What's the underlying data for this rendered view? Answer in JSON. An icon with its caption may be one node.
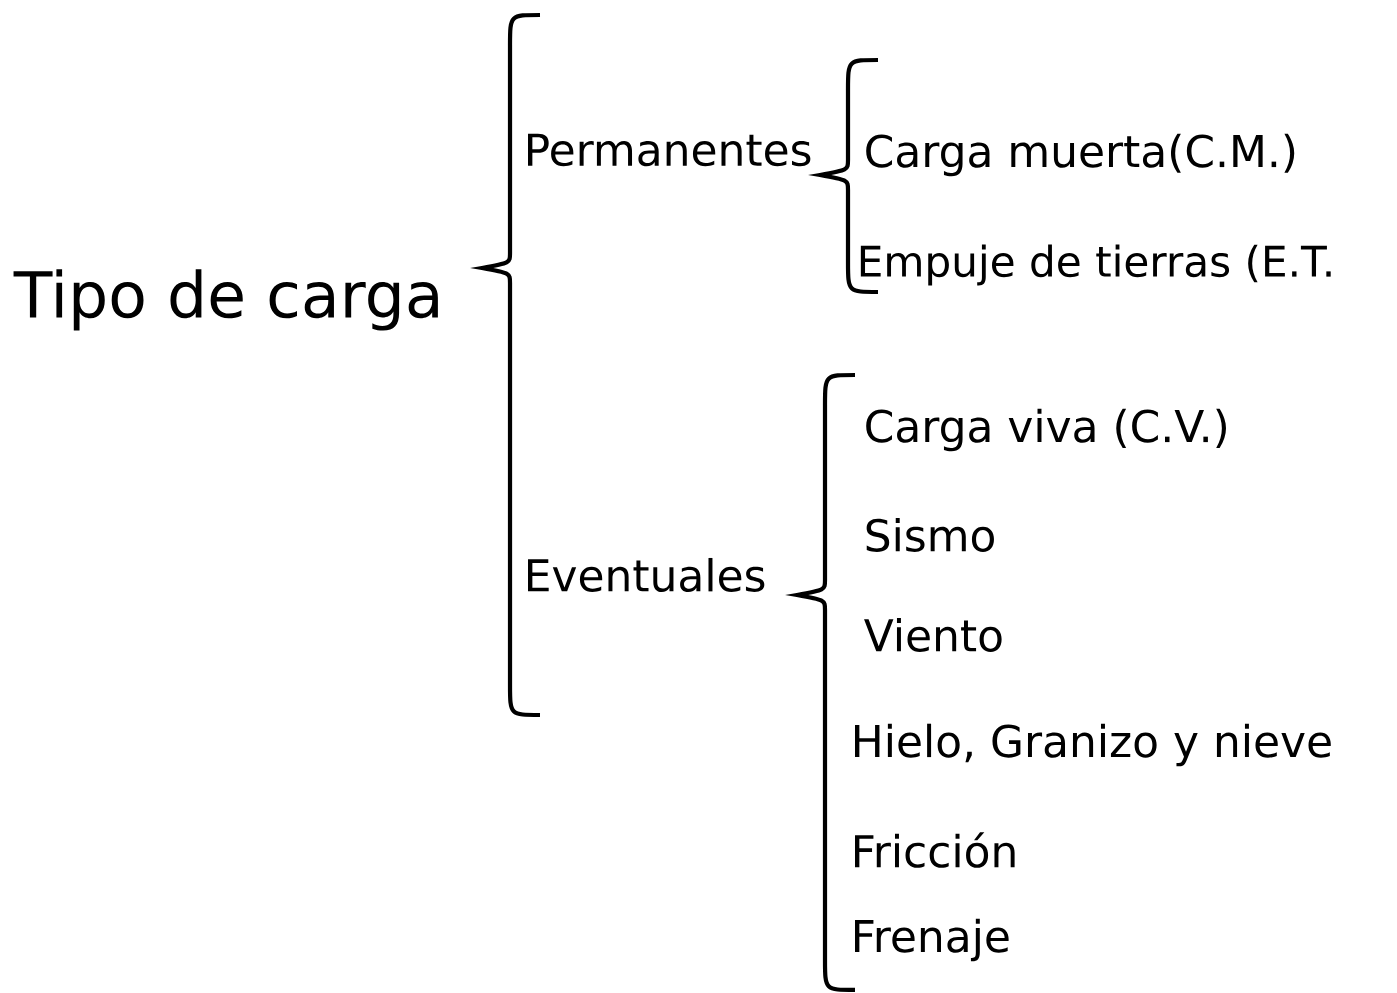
{
  "diagram": {
    "labels": [
      "Tipo de carga",
      "Permanentes",
      "Carga muerta(C.M.)",
      "Empuje de tierras (E.T.",
      "Eventuales",
      "Carga viva (C.V.)",
      "Sismo",
      "Viento",
      "Hielo, Granizo y nieve",
      "Fricción",
      "Frenaje"
    ]
  }
}
